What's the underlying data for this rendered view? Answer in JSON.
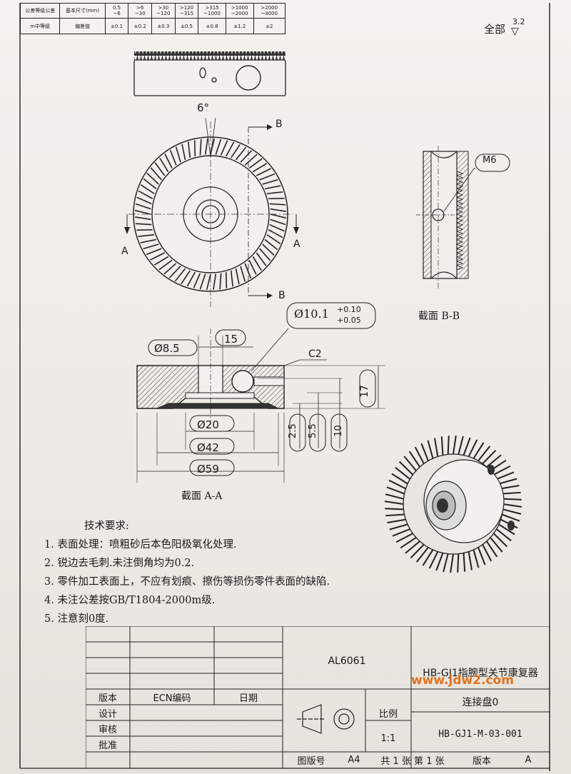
{
  "tolerance_table": {
    "row1": [
      "公差等级公差",
      "基本尺寸(mm)",
      "0.5\n~6",
      ">6\n~30",
      ">30\n~120",
      ">120\n~315",
      ">315\n~1000",
      ">1000\n~2000",
      ">2000\n~4000"
    ],
    "row2": [
      "m中等级",
      "偏差值",
      "±0.1",
      "±0.2",
      "±0.3",
      "±0.5",
      "±0.8",
      "±1.2",
      "±2"
    ]
  },
  "roughness": {
    "label": "全部",
    "value": "3.2"
  },
  "views": {
    "angle": "6°",
    "section_b": "B",
    "section_a": "A",
    "thread": "M6",
    "section_bb_label": "截面  B-B",
    "section_aa_label": "截面  A-A"
  },
  "dimensions": {
    "hole_dia": "Ø10.1",
    "hole_tol_upper": "+0.10",
    "hole_tol_lower": "+0.05",
    "d85": "Ø8.5",
    "w15": "15",
    "chamfer": "C2",
    "h17": "17",
    "h25": "2.5",
    "h55": "5.5",
    "h10": "10",
    "d20": "Ø20",
    "d42": "Ø42",
    "d59": "Ø59"
  },
  "tech": {
    "title": "技术要求:",
    "items": [
      "1. 表面处理：喷粗砂后本色阳极氧化处理.",
      "2. 锐边去毛刺.未注倒角均为0.2.",
      "3. 零件加工表面上，不应有划痕、擦伤等损伤零件表面的缺陷.",
      "4. 未注公差按GB/T1804-2000m级.",
      "5. 注意刻0度."
    ]
  },
  "title_block": {
    "material": "AL6061",
    "product": "HB-GJ1指腕型关节康复器",
    "part_name": "连接盘0",
    "drawing_no": "HB-GJ1-M-03-001",
    "scale_label": "比例",
    "scale": "1:1",
    "version_label": "版本",
    "ecn_label": "ECN编码",
    "date_label": "日期",
    "design_label": "设计",
    "review_label": "审核",
    "approve_label": "批准",
    "paper_label": "图版号",
    "paper": "A4",
    "sheets": "共 1 张  第 1 张",
    "rev_label": "版本",
    "rev": "A",
    "watermark": "www.jdw2.com"
  }
}
